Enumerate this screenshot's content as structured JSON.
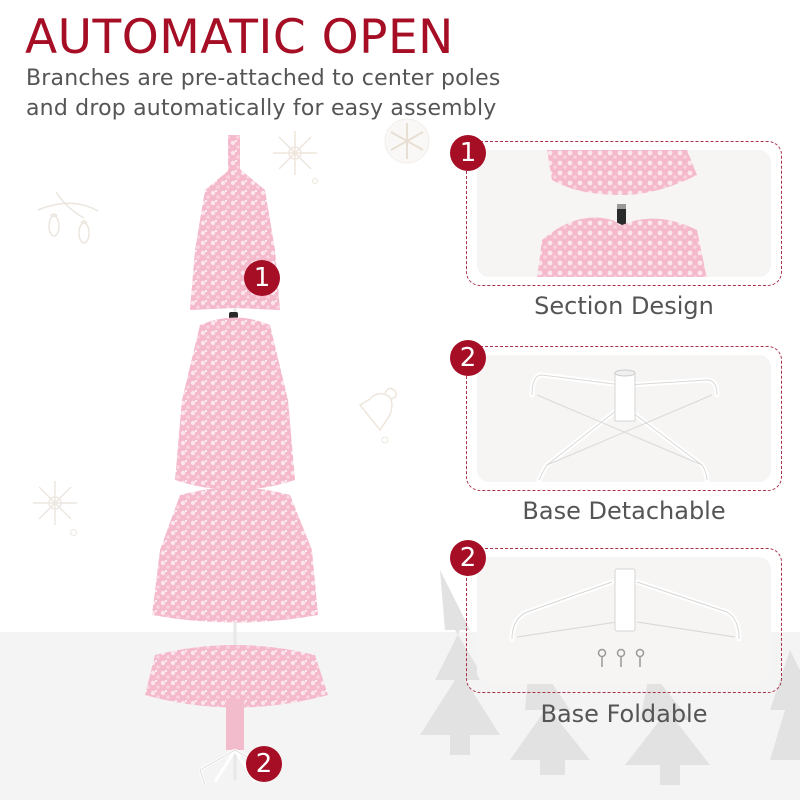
{
  "header": {
    "title": "AUTOMATIC OPEN",
    "subtitle_line1": "Branches are pre-attached to center poles",
    "subtitle_line2": "and drop automatically for easy assembly"
  },
  "colors": {
    "accent": "#a50e24",
    "text_gray": "#555555",
    "tree_pink": "#f7bfd0",
    "floor": "#f4f4f4",
    "panel_bg": "#f6f5f3"
  },
  "tree": {
    "callouts": [
      {
        "number": "1"
      },
      {
        "number": "2"
      }
    ]
  },
  "features": [
    {
      "number": "1",
      "caption": "Section Design",
      "image": "tree-section-connector"
    },
    {
      "number": "2",
      "caption": "Base Detachable",
      "image": "metal-stand-open"
    },
    {
      "number": "2",
      "caption": "Base Foldable",
      "image": "metal-stand-folded-with-screws"
    }
  ],
  "decorations": [
    "string-lights-icon",
    "snowflake-icon",
    "snowflake-icon",
    "bell-icon",
    "snowflake-icon",
    "pine-tree-silhouettes"
  ]
}
